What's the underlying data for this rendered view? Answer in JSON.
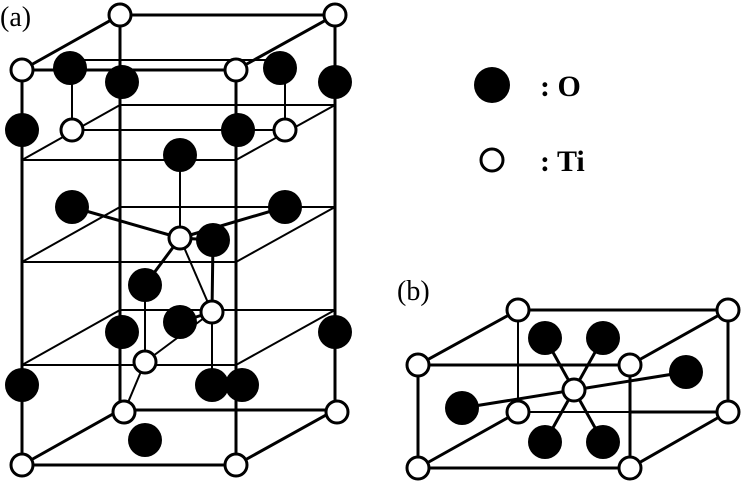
{
  "panels": {
    "a_label": "(a)",
    "b_label": "(b)"
  },
  "legend": {
    "o_label": ": O",
    "ti_label": ": Ti"
  },
  "colors": {
    "o_atom": "#000000",
    "ti_atom": "#ffffff",
    "line": "#000000"
  }
}
